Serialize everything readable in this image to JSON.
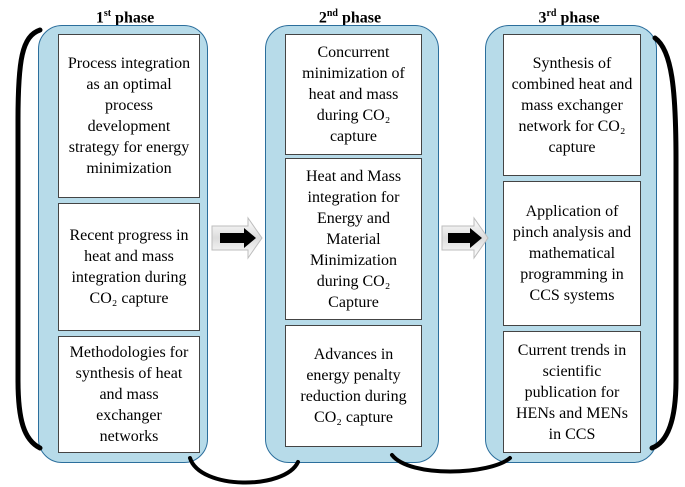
{
  "phases": [
    {
      "title_num": "1",
      "title_sup": "st",
      "title_word": " phase",
      "cards": [
        "Process integration as an optimal process development strategy for energy minimization",
        "Recent progress in heat and mass integration during CO₂ capture",
        "Methodologies for synthesis of heat and mass exchanger networks"
      ]
    },
    {
      "title_num": "2",
      "title_sup": "nd",
      "title_word": " phase",
      "cards": [
        "Concurrent minimization of heat and mass during CO₂ capture",
        "Heat and Mass integration for Energy and Material Minimization during CO₂ Capture",
        "Advances in energy penalty reduction during CO₂ capture"
      ]
    },
    {
      "title_num": "3",
      "title_sup": "rd",
      "title_word": " phase",
      "cards": [
        "Synthesis of combined heat and mass exchanger network for CO₂ capture",
        "Application of pinch analysis and mathematical programming in CCS systems",
        "Current trends in scientific publication for HENs and MENs in CCS"
      ]
    }
  ],
  "colors": {
    "panel_fill": "#b7dbe9",
    "panel_border": "#2b6e9c",
    "connector": "#000000"
  }
}
